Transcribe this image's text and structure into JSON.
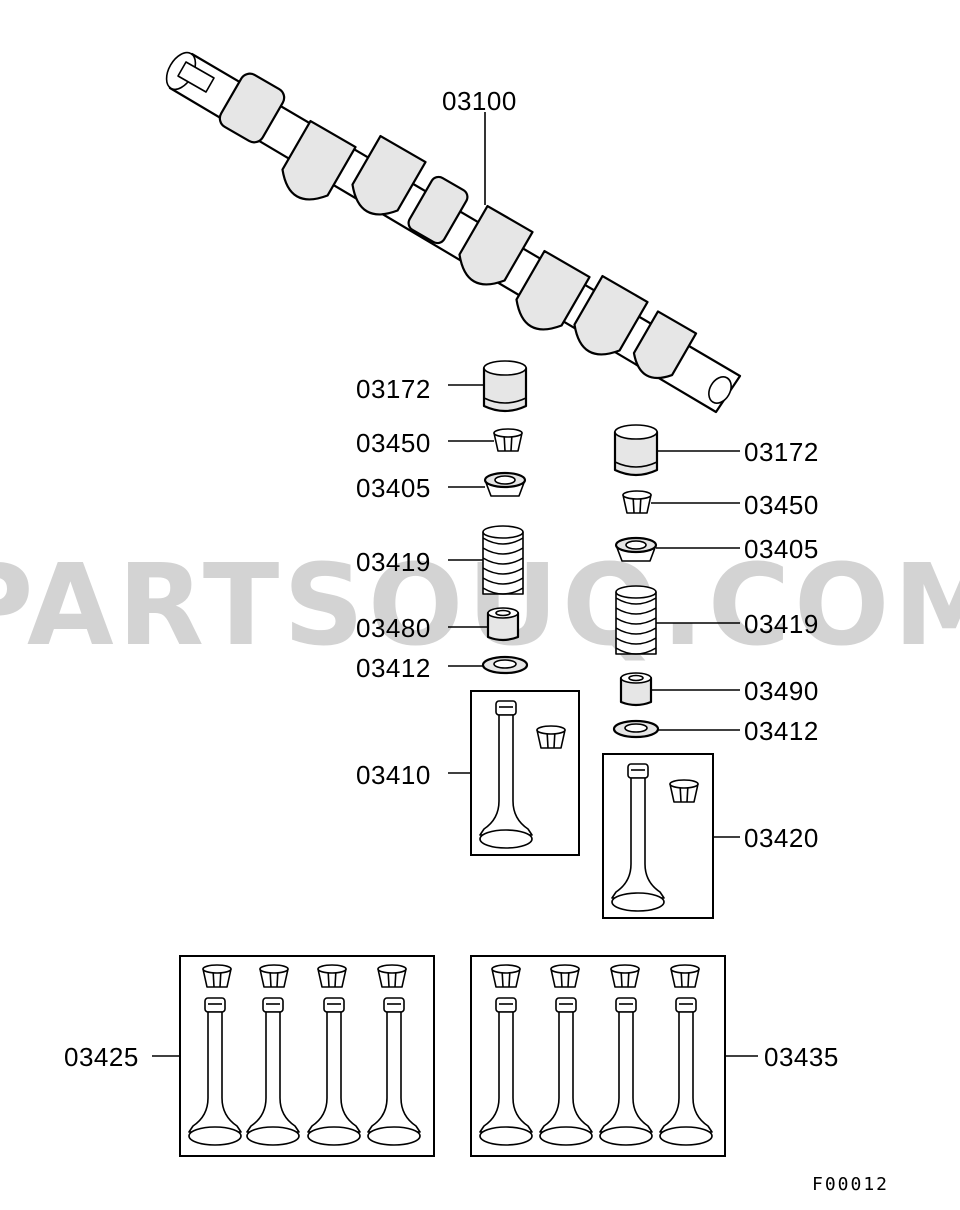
{
  "diagram": {
    "figure_code": "F00012",
    "watermark": "PARTSOUQ.COM",
    "parts": {
      "camshaft": "03100",
      "left_tappet": "03172",
      "left_retainer_lock": "03450",
      "left_spring_retainer": "03405",
      "left_spring": "03419",
      "left_stem_seal": "03480",
      "left_spring_seat": "03412",
      "left_valve": "03410",
      "right_tappet": "03172",
      "right_retainer_lock": "03450",
      "right_spring_retainer": "03405",
      "right_spring": "03419",
      "right_stem_seal": "03490",
      "right_spring_seat": "03412",
      "right_valve": "03420",
      "intake_valve_set": "03425",
      "exhaust_valve_set": "03435"
    }
  }
}
